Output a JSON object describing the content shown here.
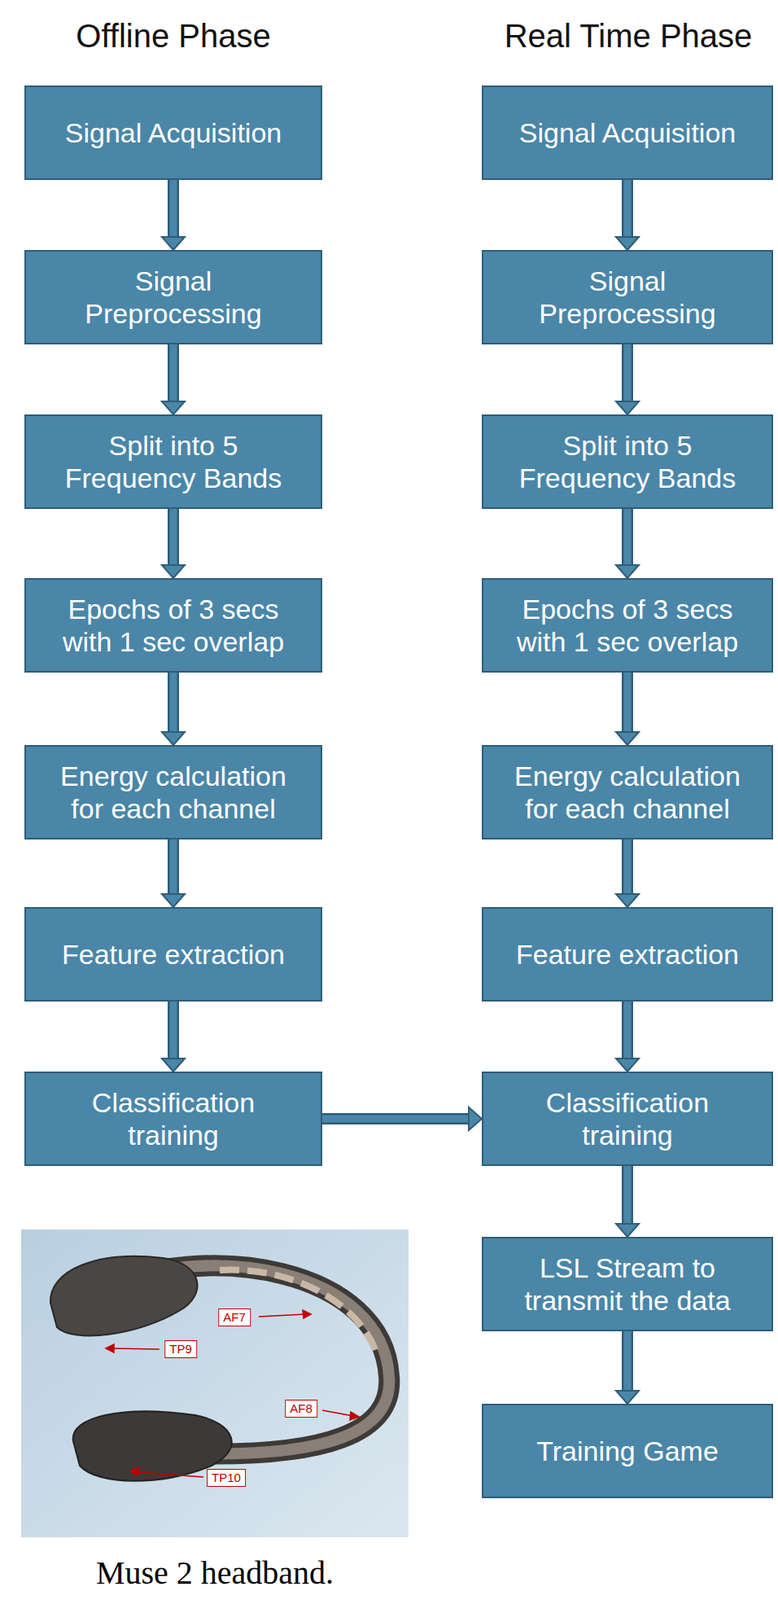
{
  "diagram": {
    "caption": "Muse 2 headband.",
    "nodes": [
      {
        "text": [
          "Signal Acquisition"
        ]
      },
      {
        "text": [
          "Signal Preprocessing"
        ]
      },
      {
        "text": [
          "Split into 5 Frequency Bands"
        ]
      },
      {
        "text": [
          "Epochs of 3 secs with 1 sec overlap"
        ]
      },
      {
        "text": [
          "Energy calculation for each channel"
        ]
      },
      {
        "text": [
          "Feature extraction"
        ]
      },
      {
        "text": [
          "Classification training"
        ]
      },
      {
        "text": [
          "Signal Acquisition"
        ]
      },
      {
        "text": [
          "Signal Preprocessing"
        ]
      },
      {
        "text": [
          "Split into 5 Frequency Bands"
        ]
      },
      {
        "text": [
          "Epochs of 3 secs with 1 sec overlap"
        ]
      },
      {
        "text": [
          "Energy calculation for each channel"
        ]
      },
      {
        "text": [
          "Feature extraction"
        ]
      },
      {
        "text": [
          "Classification training"
        ]
      },
      {
        "text": [
          "LSL Stream to transmit the data"
        ]
      },
      {
        "text": [
          "Training Game"
        ]
      }
    ],
    "edges": [
      {
        "from": 0,
        "to": 1,
        "arrow": "to"
      },
      {
        "from": 1,
        "to": 2,
        "arrow": "to"
      },
      {
        "from": 2,
        "to": 3,
        "arrow": "to"
      },
      {
        "from": 3,
        "to": 4,
        "arrow": "to"
      },
      {
        "from": 4,
        "to": 5,
        "arrow": "to"
      },
      {
        "from": 5,
        "to": 6,
        "arrow": "to"
      },
      {
        "from": 6,
        "to": 13,
        "arrow": "to"
      },
      {
        "from": 7,
        "to": 8,
        "arrow": "to"
      },
      {
        "from": 8,
        "to": 9,
        "arrow": "to"
      },
      {
        "from": 9,
        "to": 10,
        "arrow": "to"
      },
      {
        "from": 10,
        "to": 11,
        "arrow": "to"
      },
      {
        "from": 11,
        "to": 12,
        "arrow": "to"
      },
      {
        "from": 12,
        "to": 13,
        "arrow": "to"
      },
      {
        "from": 13,
        "to": 14,
        "arrow": "to"
      },
      {
        "from": 14,
        "to": 15,
        "arrow": "to"
      }
    ],
    "labels": [
      "Offline Phase",
      "Real Time Phase",
      "AF7",
      "TP9",
      "AF8",
      "TP10"
    ]
  }
}
